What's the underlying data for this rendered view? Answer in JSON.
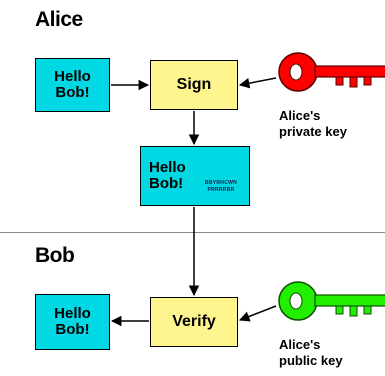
{
  "alice": {
    "title": "Alice",
    "message_line1": "Hello",
    "message_line2": "Bob!",
    "sign_label": "Sign",
    "signed_line1": "Hello",
    "signed_line2": "Bob!",
    "signature_text": "BBYRHCWN PRRRRBR",
    "key_line1": "Alice's",
    "key_line2": "private key"
  },
  "bob": {
    "title": "Bob",
    "message_line1": "Hello",
    "message_line2": "Bob!",
    "verify_label": "Verify",
    "key_line1": "Alice's",
    "key_line2": "public key"
  },
  "colors": {
    "message_box": "#00d8e4",
    "operation_box": "#fff58e",
    "private_key": "#ff0000",
    "public_key": "#22ee00"
  },
  "icons": [
    "private-key-icon",
    "public-key-icon"
  ]
}
